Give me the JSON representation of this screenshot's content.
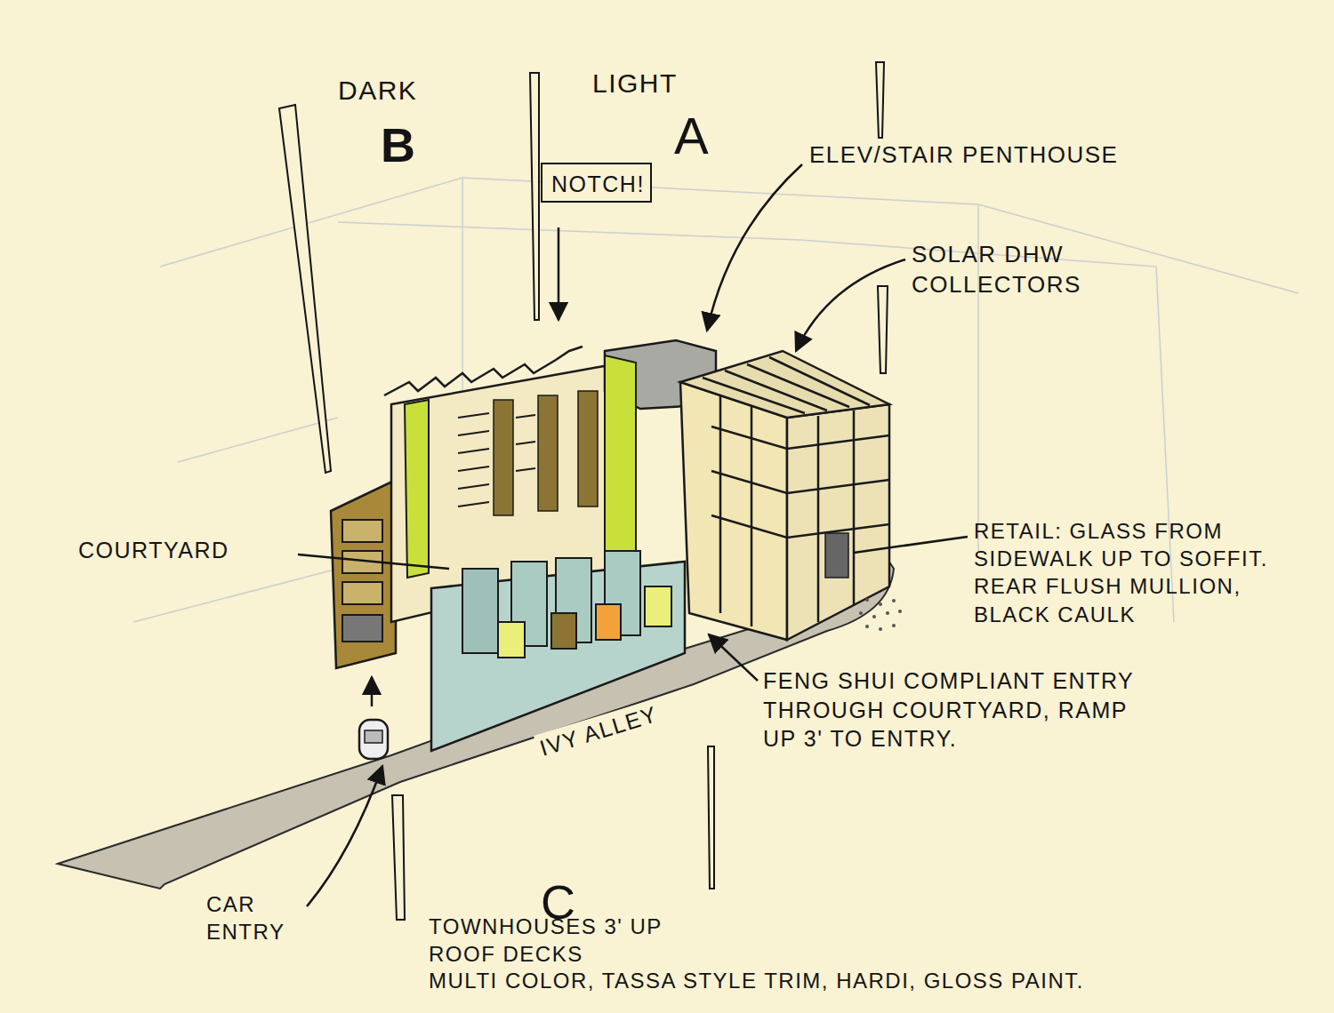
{
  "diagram": {
    "nodes": [
      {
        "text": [
          "NOTCH!"
        ]
      }
    ],
    "labels": [
      "DARK",
      "B",
      "LIGHT",
      "A",
      "ELEV/STAIR PENTHOUSE",
      "SOLAR DHW COLLECTORS",
      "COURTYARD",
      "RETAIL: GLASS FROM SIDEWALK UP TO SOFFIT. REAR FLUSH MULLION, BLACK CAULK",
      "FENG SHUI COMPLIANT ENTRY THROUGH COURTYARD, RAMP UP 3' TO ENTRY.",
      "IVY ALLEY",
      "CAR ENTRY",
      "C",
      "TOWNHOUSES 3' UP",
      "ROOF DECKS",
      "MULTI COLOR, TASSA STYLE TRIM, HARDI, GLOSS PAINT."
    ]
  }
}
